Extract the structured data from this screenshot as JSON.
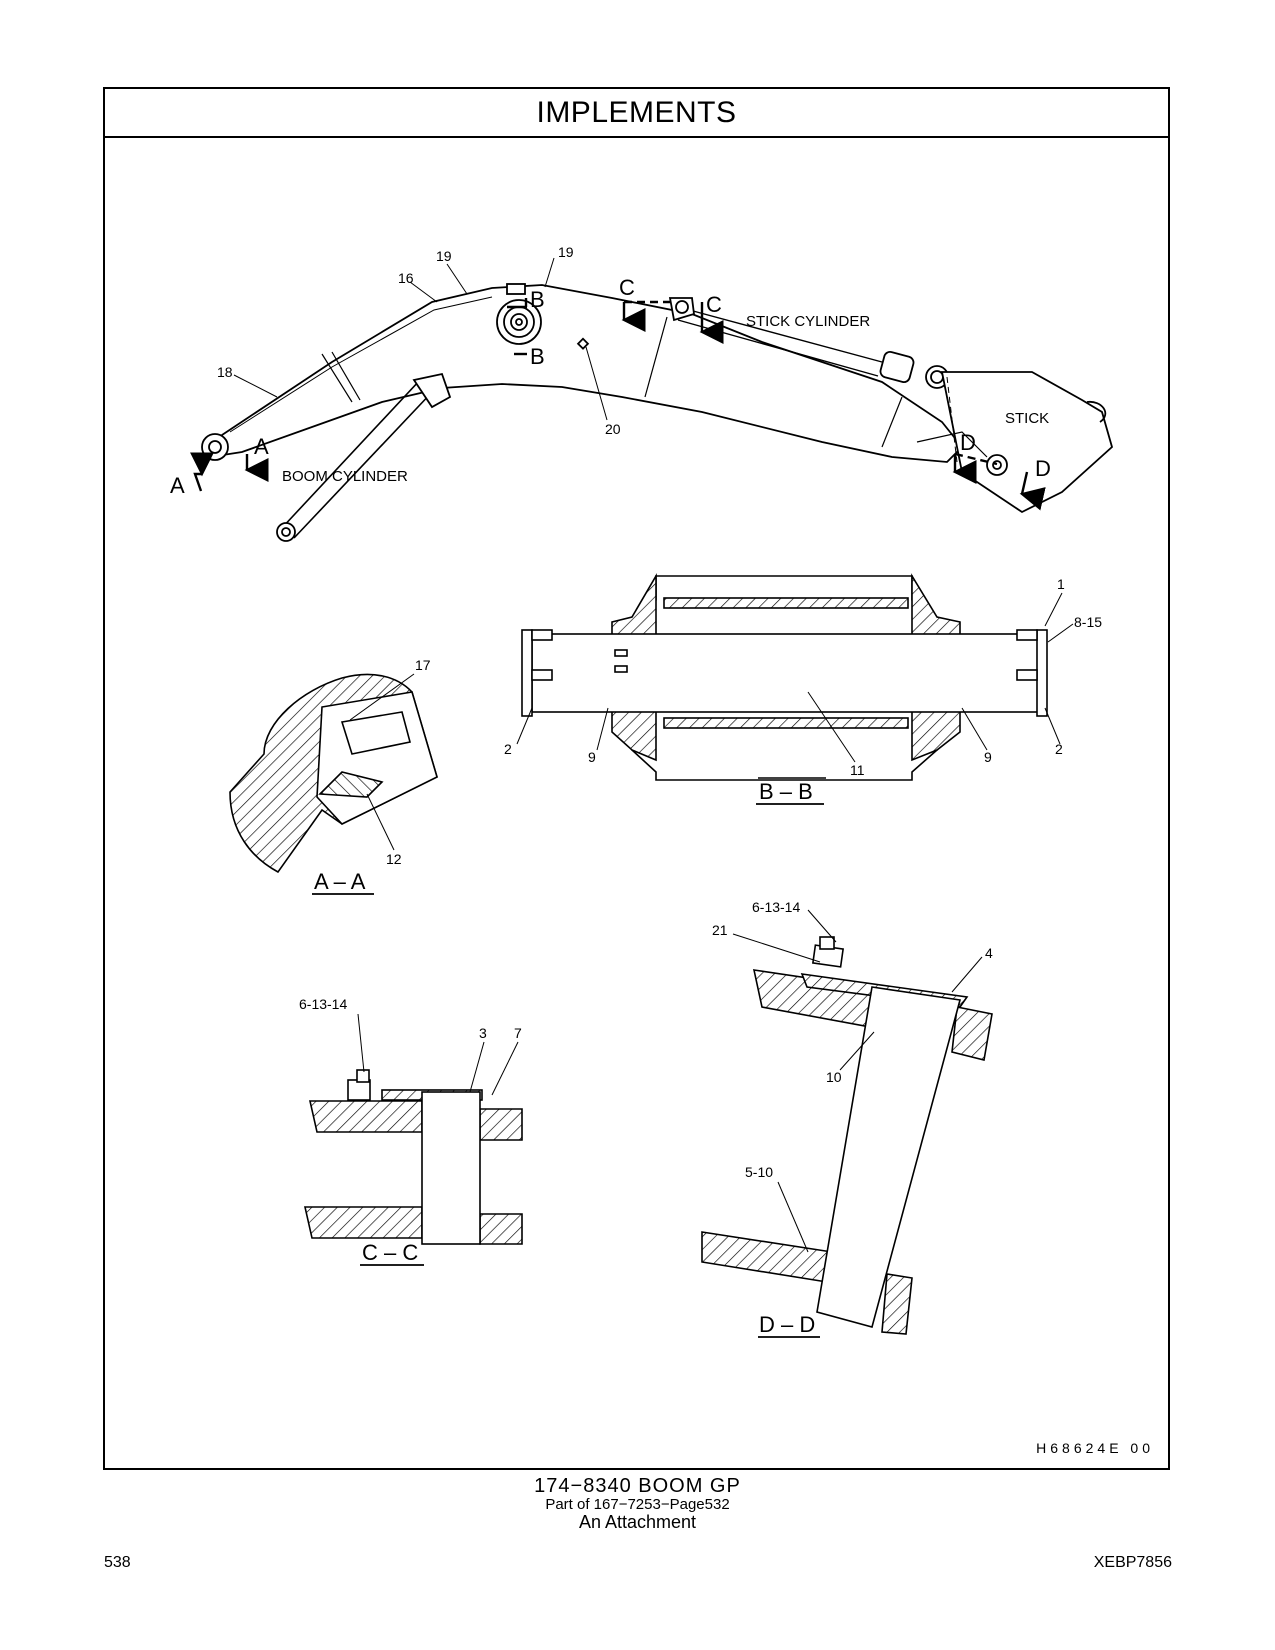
{
  "header": {
    "title": "IMPLEMENTS"
  },
  "labels": {
    "stick_cylinder": "STICK CYLINDER",
    "stick": "STICK",
    "boom_cylinder": "BOOM CYLINDER",
    "sec_a": "A",
    "sec_b": "B",
    "sec_c": "C",
    "sec_d": "D",
    "view_aa": "A – A",
    "view_bb": "B – B",
    "view_cc": "C – C",
    "view_dd": "D – D"
  },
  "callouts": {
    "c19a": "19",
    "c19b": "19",
    "c16": "16",
    "c18": "18",
    "c20": "20",
    "c1": "1",
    "c8_15": "8-15",
    "c2a": "2",
    "c2b": "2",
    "c9a": "9",
    "c9b": "9",
    "c11": "11",
    "c17": "17",
    "c12": "12",
    "c6_13_14a": "6-13-14",
    "c3": "3",
    "c7": "7",
    "c6_13_14b": "6-13-14",
    "c21": "21",
    "c4": "4",
    "c10": "10",
    "c5_10": "5-10"
  },
  "illustration_code": "H68624E 00",
  "caption": {
    "part": "174−8340 BOOM GP",
    "part_of": "Part of 167−7253−Page532",
    "attachment": "An Attachment"
  },
  "footer": {
    "page_number": "538",
    "doc_id": "XEBP7856"
  }
}
